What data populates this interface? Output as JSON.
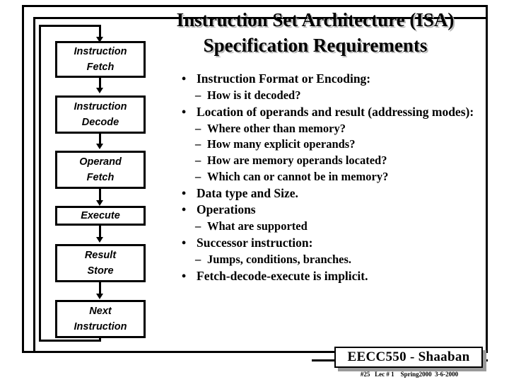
{
  "slide": {
    "title_line1": "Instruction Set Architecture (ISA)",
    "title_line2": "Specification Requirements"
  },
  "flowchart": {
    "name": "instruction-cycle-flowchart",
    "boxes": [
      {
        "id": "instruction-fetch",
        "line1": "Instruction",
        "line2": "Fetch"
      },
      {
        "id": "instruction-decode",
        "line1": "Instruction",
        "line2": "Decode"
      },
      {
        "id": "operand-fetch",
        "line1": "Operand",
        "line2": "Fetch"
      },
      {
        "id": "execute",
        "line1": "Execute",
        "line2": ""
      },
      {
        "id": "result-store",
        "line1": "Result",
        "line2": "Store"
      },
      {
        "id": "next-instruction",
        "line1": "Next",
        "line2": "Instruction"
      }
    ]
  },
  "bullets": [
    {
      "level": 1,
      "bullet": "•",
      "text": "Instruction Format or Encoding:"
    },
    {
      "level": 2,
      "bullet": "–",
      "text": "How is it decoded?"
    },
    {
      "level": 1,
      "bullet": "•",
      "text": "Location of operands and result (addressing modes):"
    },
    {
      "level": 2,
      "bullet": "–",
      "text": "Where other than memory?"
    },
    {
      "level": 2,
      "bullet": "–",
      "text": "How many explicit operands?"
    },
    {
      "level": 2,
      "bullet": "–",
      "text": "How are memory operands located?"
    },
    {
      "level": 2,
      "bullet": "–",
      "text": "Which can or cannot be in memory?"
    },
    {
      "level": 1,
      "bullet": "•",
      "text": "Data type and Size."
    },
    {
      "level": 1,
      "bullet": "•",
      "text": " Operations"
    },
    {
      "level": 2,
      "bullet": "–",
      "text": "What are supported"
    },
    {
      "level": 1,
      "bullet": "•",
      "text": "Successor instruction:"
    },
    {
      "level": 2,
      "bullet": "–",
      "text": "Jumps, conditions, branches."
    },
    {
      "level": 1,
      "bullet": "•",
      "text": "Fetch-decode-execute is implicit."
    }
  ],
  "footer": {
    "course_author": "EECC550 - Shaaban",
    "meta": "#25   Lec # 1    Spring2000  3-6-2000"
  },
  "colors": {
    "background": "#ffffff",
    "ink": "#000000",
    "title_shadow": "#b8b8b8",
    "footer_shadow": "#9a9a9a"
  }
}
